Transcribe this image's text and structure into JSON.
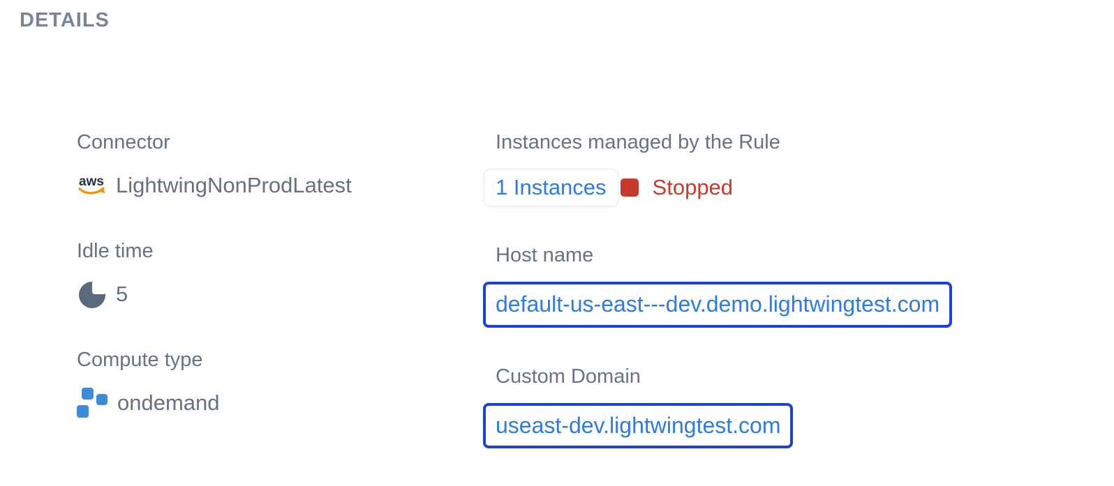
{
  "title": "DETAILS",
  "colors": {
    "heading_gray": "#7b8496",
    "label_gray": "#687284",
    "value_gray": "#667082",
    "link_blue": "#2d7ce0",
    "box_border_blue": "#1c41d6",
    "status_red": "#c8392c",
    "aws_navy": "#252f3e",
    "aws_orange": "#f79400",
    "compute_square_blue": "#3d8cd9",
    "pie_icon_slate": "#5a6a7d"
  },
  "fields": {
    "connector": {
      "label": "Connector",
      "icon": "aws-icon",
      "value": "LightwingNonProdLatest"
    },
    "idle_time": {
      "label": "Idle time",
      "icon": "pie-chart-icon",
      "value": "5"
    },
    "compute_type": {
      "label": "Compute type",
      "icon": "compute-squares-icon",
      "value": "ondemand"
    },
    "instances": {
      "label": "Instances managed by the Rule",
      "count_link": "1 Instances",
      "status_icon": "stopped-square-icon",
      "status": "Stopped"
    },
    "host_name": {
      "label": "Host name",
      "value": "default-us-east---dev.demo.lightwingtest.com"
    },
    "custom_domain": {
      "label": "Custom Domain",
      "value": "useast-dev.lightwingtest.com"
    }
  }
}
